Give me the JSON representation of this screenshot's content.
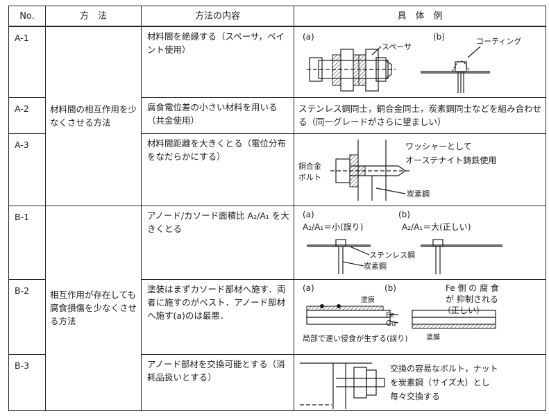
{
  "headers": {
    "no": "No.",
    "method": "方　法",
    "content": "方法の内容",
    "example": "具　体　例"
  },
  "rows": [
    {
      "no": "A-1",
      "content": "材料間を絶縁する（スペーサ，ペイント使用）"
    },
    {
      "no": "A-2",
      "content": "腐食電位差の小さい材料を用いる（共金使用）",
      "example": "ステンレス鋼同士，銅合金同士，炭素鋼同士などを組み合わせる（同一グレードがさらに望ましい）"
    },
    {
      "no": "A-3",
      "content": "材料間距離を大きくとる（電位分布をなだらかにする）"
    },
    {
      "no": "B-1",
      "content": "アノード/カソード面積比 A₂/A₁ を大きくとる"
    },
    {
      "no": "B-2",
      "content": "塗装はまずカソード部材へ施す．両者に施すのがベスト．アノード部材へ施す(a)のは最悪．"
    },
    {
      "no": "B-3",
      "content": "アノード部材を交換可能とする（消耗品扱いとする）"
    }
  ],
  "groups": {
    "a": "材料間の相互作用を少なくさせる方法",
    "b": "相互作用が存在しても腐食損傷を少なくさせる方法"
  },
  "figures": {
    "a1": {
      "label_a": "(a)",
      "label_b": "(b)",
      "spacer": "スペーサ",
      "coating": "コーティング"
    },
    "a3": {
      "note_line1": "ワッシャーとして",
      "note_line2": "オーステナイト鋳鉄使用",
      "bolt_line1": "銅合金",
      "bolt_line2": "ボルト",
      "steel": "炭素鋼"
    },
    "b1": {
      "label_a": "(a)",
      "label_b": "(b)",
      "ratio_a": "A₂/A₁＝小(誤り)",
      "ratio_b": "A₂/A₁＝大(正しい)",
      "stainless": "ステンレス鋼",
      "carbon": "炭素鋼"
    },
    "b2": {
      "label_a": "(a)",
      "label_b": "(b)",
      "coat": "塗膜",
      "fe": "Fe",
      "cu": "Cu",
      "fe_note_line1": "Fe 側 の 腐 食",
      "fe_note_line2": "が 抑制される",
      "fe_note_line3": "（正しい）",
      "bottom_note": "局部で速い侵食が生ずる(誤り)",
      "coat_b": "塗膜"
    },
    "b3": {
      "line1": "交換の容易なボルト，ナット",
      "line2": "を炭素鋼（サイズ大）とし",
      "line3": "毎々交換する"
    }
  }
}
